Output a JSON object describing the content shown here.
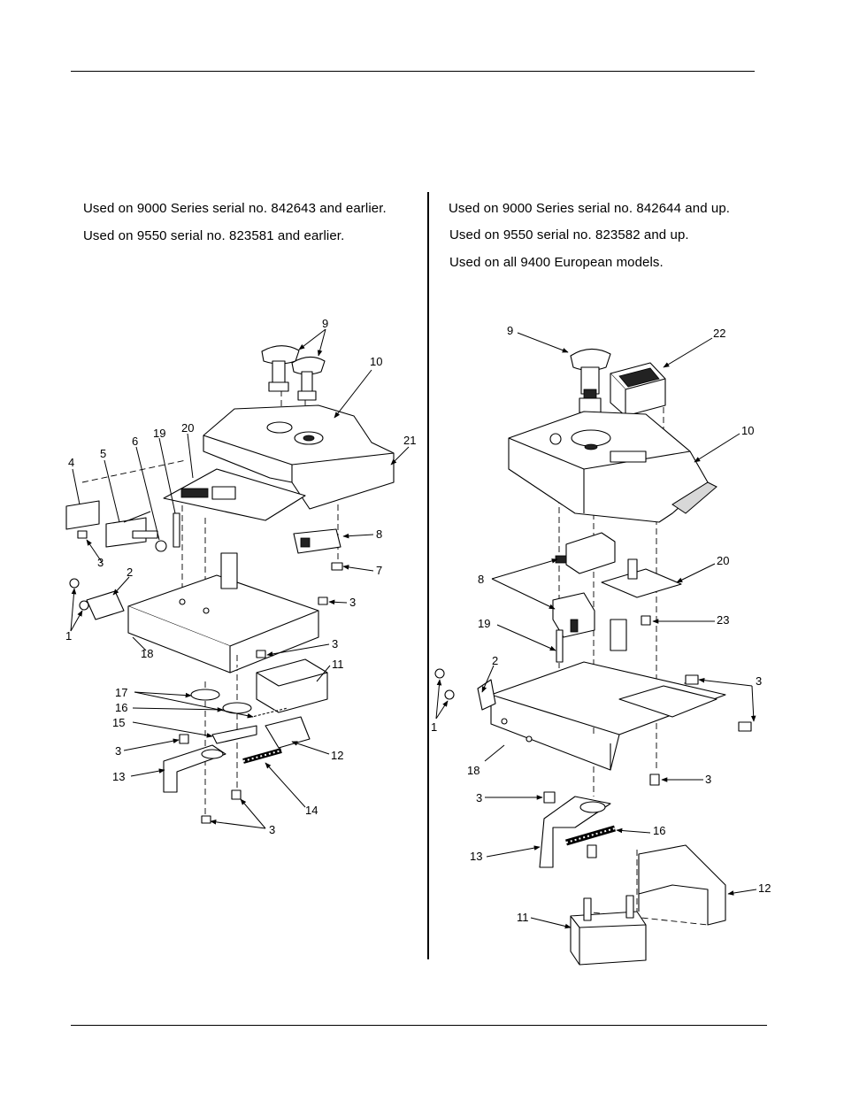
{
  "left_panel": {
    "notes": [
      "Used on 9000 Series serial no. 842643 and earlier.",
      "Used on 9550 serial no. 823581 and earlier."
    ],
    "callouts": {
      "c9": "9",
      "c10": "10",
      "c19": "19",
      "c20": "20",
      "c21": "21",
      "c4": "4",
      "c5": "5",
      "c6": "6",
      "c8": "8",
      "c7": "7",
      "c3a": "3",
      "c2": "2",
      "c1": "1",
      "c3b": "3",
      "c3c": "3",
      "c18": "18",
      "c11": "11",
      "c17": "17",
      "c16": "16",
      "c15": "15",
      "c3d": "3",
      "c12": "12",
      "c13": "13",
      "c14": "14",
      "c3e": "3"
    }
  },
  "right_panel": {
    "notes": [
      "Used on 9000 Series serial no. 842644 and up.",
      "Used on 9550 serial no. 823582 and up.",
      "Used on all 9400 European models."
    ],
    "callouts": {
      "c9": "9",
      "c22": "22",
      "c10": "10",
      "c8": "8",
      "c20": "20",
      "c19": "19",
      "c23": "23",
      "c2": "2",
      "c3a": "3",
      "c1": "1",
      "c18": "18",
      "c3b": "3",
      "c3c": "3",
      "c16": "16",
      "c13": "13",
      "c12": "12",
      "c11": "11"
    }
  }
}
